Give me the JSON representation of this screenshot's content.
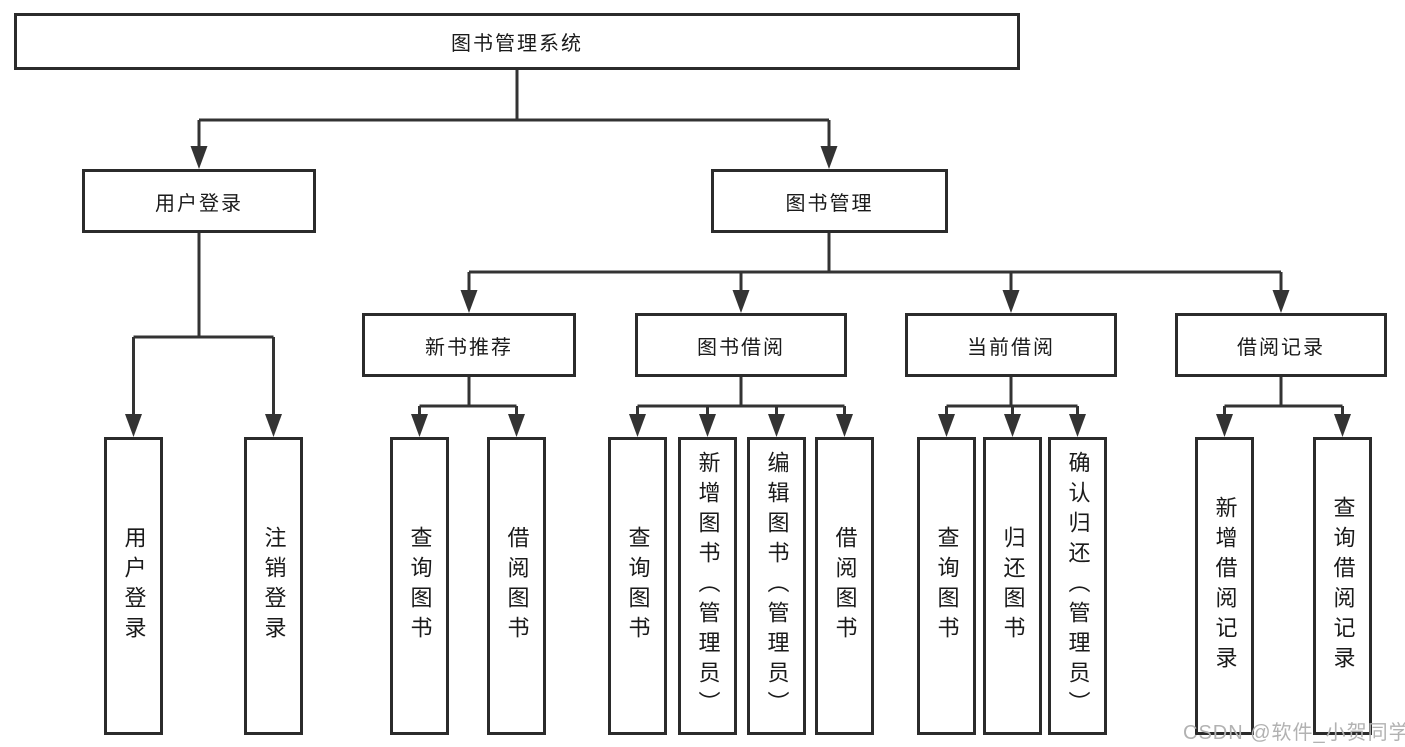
{
  "palette": {
    "line_color": "#333333",
    "box_border_color": "#2b2b2b",
    "text_color": "#1a1a1a",
    "watermark_color": "#b2b2b2"
  },
  "tree": {
    "root": {
      "label": "图书管理系统"
    },
    "branches": [
      {
        "label": "用户登录",
        "children": [
          {
            "label": "用户登录"
          },
          {
            "label": "注销登录"
          }
        ]
      },
      {
        "label": "图书管理",
        "children": [
          {
            "label": "新书推荐",
            "children": [
              {
                "label": "查询图书"
              },
              {
                "label": "借阅图书"
              }
            ]
          },
          {
            "label": "图书借阅",
            "children": [
              {
                "label": "查询图书"
              },
              {
                "label": "新增图书（管理员）"
              },
              {
                "label": "编辑图书（管理员）"
              },
              {
                "label": "借阅图书"
              }
            ]
          },
          {
            "label": "当前借阅",
            "children": [
              {
                "label": "查询图书"
              },
              {
                "label": "归还图书"
              },
              {
                "label": "确认归还（管理员）"
              }
            ]
          },
          {
            "label": "借阅记录",
            "children": [
              {
                "label": "新增借阅记录"
              },
              {
                "label": "查询借阅记录"
              }
            ]
          }
        ]
      }
    ]
  },
  "watermark": {
    "text": "CSDN @软件_小贺同学"
  }
}
